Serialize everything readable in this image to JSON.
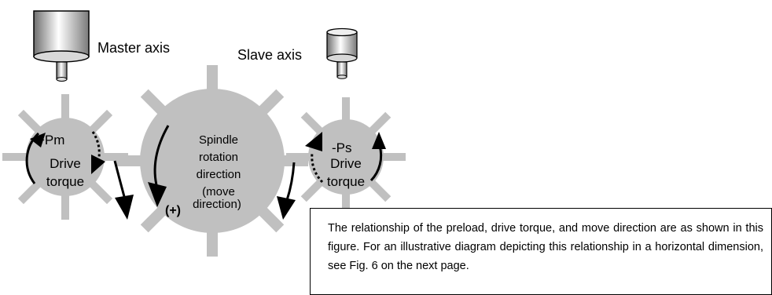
{
  "labels": {
    "master_axis": "Master axis",
    "slave_axis": "Slave axis",
    "master_preload": "+Pm",
    "slave_preload": "-Ps",
    "master_torque": [
      "Drive",
      "torque"
    ],
    "slave_torque": [
      "Drive",
      "torque"
    ],
    "spindle": [
      "Spindle",
      "rotation",
      "direction",
      "(move",
      "direction)"
    ],
    "plus_sign": "(+)"
  },
  "note": {
    "text": "The relationship of the preload, drive torque, and move direction are as shown in this figure. For an illustrative diagram depicting this relationship in a horizontal dimension, see Fig. 6 on the next page."
  },
  "colors": {
    "gear": "#c0c0c0",
    "gear_hub": "#a6a6a6",
    "arrow": "#000000"
  }
}
